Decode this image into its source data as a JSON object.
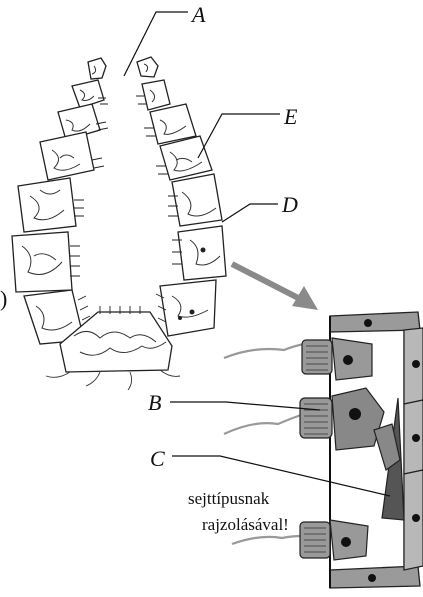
{
  "figure": {
    "labels": {
      "A": "A",
      "B": "B",
      "C": "C",
      "D": "D",
      "E": "E"
    },
    "side_mark": ")",
    "text_lines": [
      "sejttípusnak",
      "rajzolásával!"
    ]
  }
}
